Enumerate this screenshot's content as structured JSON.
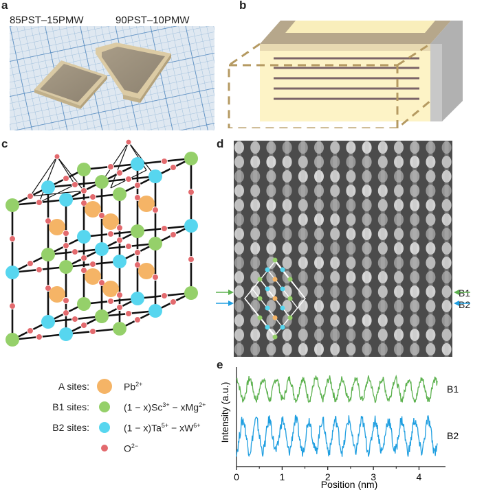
{
  "panels": {
    "a": "a",
    "b": "b",
    "c": "c",
    "d": "d",
    "e": "e"
  },
  "panel_a": {
    "label_left": "85PST–15PMW",
    "label_right": "90PST–10PMW"
  },
  "panel_d": {
    "arrow_b1": "B1",
    "arrow_b2": "B2"
  },
  "legend": {
    "a_sites": {
      "name": "A sites:",
      "formula": "Pb",
      "sup": "2+",
      "color": "#f5b466"
    },
    "b1_sites": {
      "name": "B1 sites:",
      "f1": "(1 − x)Sc",
      "s1": "3+",
      "f2": " − xMg",
      "s2": "2+",
      "color": "#95d06a"
    },
    "b2_sites": {
      "name": "B2 sites:",
      "f1": "(1 − x)Ta",
      "s1": "5+",
      "f2": " − xW",
      "s2": "6+",
      "color": "#57d6ef"
    },
    "oxygen": {
      "formula": "O",
      "sup": "2−",
      "color": "#e36a6e"
    }
  },
  "chart_data": {
    "type": "line",
    "xlabel": "Position (nm)",
    "ylabel": "Intensity (a.u.)",
    "xlim": [
      0,
      4.4
    ],
    "xticks": [
      "0",
      "1",
      "2",
      "3",
      "4"
    ],
    "series": [
      {
        "name": "B1",
        "color": "#5cb14e",
        "period_nm": 0.29,
        "phase_nm": 0.0,
        "offset": 1.0,
        "amplitude": 0.35
      },
      {
        "name": "B2",
        "color": "#1e9ee0",
        "period_nm": 0.29,
        "phase_nm": 0.14,
        "offset": 0.0,
        "amplitude": 0.55
      }
    ]
  }
}
